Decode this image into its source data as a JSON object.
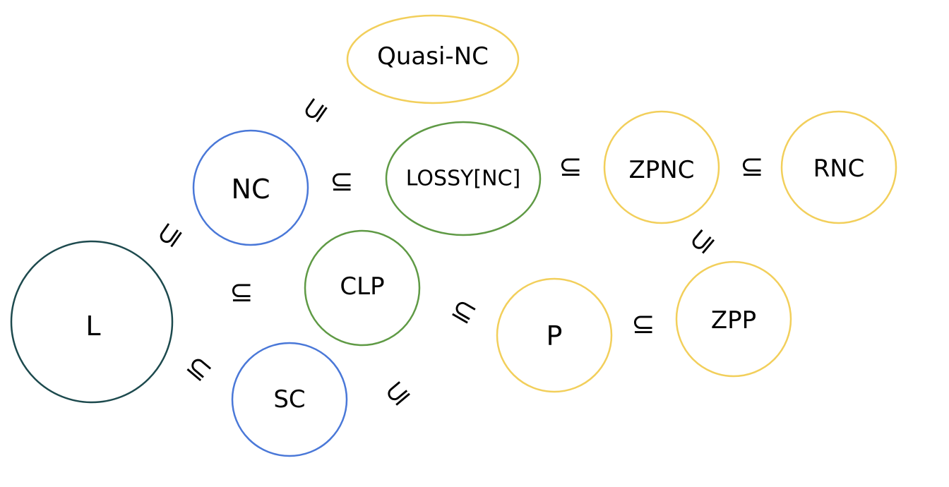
{
  "diagram": {
    "colors": {
      "yellow": "#f2cf5b",
      "blue": "#4a78d8",
      "green": "#5f9a45",
      "dark_teal": "#1d4a4e"
    },
    "nodes": {
      "quasi_nc": {
        "label": "Quasi-NC",
        "color": "#f2cf5b"
      },
      "nc": {
        "label": "NC",
        "color": "#4a78d8"
      },
      "lossy_nc": {
        "label": "LOSSY[NC]",
        "color": "#5f9a45"
      },
      "zpnc": {
        "label": "ZPNC",
        "color": "#f2cf5b"
      },
      "rnc": {
        "label": "RNC",
        "color": "#f2cf5b"
      },
      "l": {
        "label": "L",
        "color": "#1d4a4e"
      },
      "clp": {
        "label": "CLP",
        "color": "#5f9a45"
      },
      "p": {
        "label": "P",
        "color": "#f2cf5b"
      },
      "zpp": {
        "label": "ZPP",
        "color": "#f2cf5b"
      },
      "sc": {
        "label": "SC",
        "color": "#4a78d8"
      }
    },
    "relation_symbol": "⊆"
  }
}
